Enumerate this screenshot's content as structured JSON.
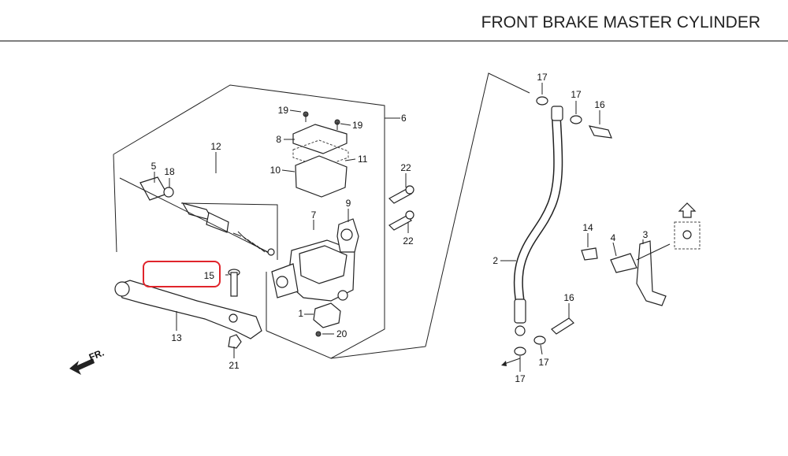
{
  "title": "FRONT BRAKE MASTER CYLINDER",
  "direction_label": "FR.",
  "parts": [
    {
      "id": "p1",
      "number": "1"
    },
    {
      "id": "p2",
      "number": "2"
    },
    {
      "id": "p3",
      "number": "3"
    },
    {
      "id": "p4",
      "number": "4"
    },
    {
      "id": "p5",
      "number": "5"
    },
    {
      "id": "p6",
      "number": "6"
    },
    {
      "id": "p7",
      "number": "7"
    },
    {
      "id": "p8",
      "number": "8"
    },
    {
      "id": "p9",
      "number": "9"
    },
    {
      "id": "p10",
      "number": "10"
    },
    {
      "id": "p11",
      "number": "11"
    },
    {
      "id": "p12",
      "number": "12"
    },
    {
      "id": "p13",
      "number": "13"
    },
    {
      "id": "p14",
      "number": "14"
    },
    {
      "id": "p15",
      "number": "15"
    },
    {
      "id": "p16a",
      "number": "16"
    },
    {
      "id": "p16b",
      "number": "16"
    },
    {
      "id": "p17a",
      "number": "17"
    },
    {
      "id": "p17b",
      "number": "17"
    },
    {
      "id": "p17c",
      "number": "17"
    },
    {
      "id": "p17d",
      "number": "17"
    },
    {
      "id": "p18",
      "number": "18"
    },
    {
      "id": "p19a",
      "number": "19"
    },
    {
      "id": "p19b",
      "number": "19"
    },
    {
      "id": "p20",
      "number": "20"
    },
    {
      "id": "p21",
      "number": "21"
    },
    {
      "id": "p22a",
      "number": "22"
    },
    {
      "id": "p22b",
      "number": "22"
    }
  ],
  "highlight_color": "#e0242b"
}
